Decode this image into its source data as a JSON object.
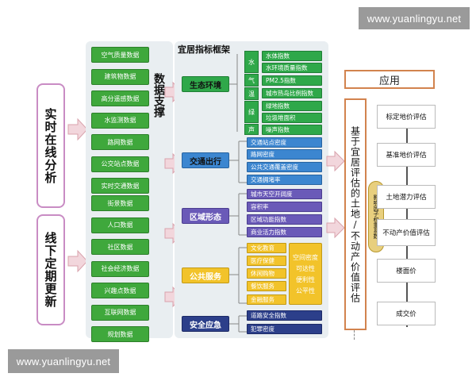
{
  "watermark_top": "www.yuanlingyu.net",
  "watermark_bottom": "www.yuanlingyu.net",
  "left": {
    "realtime": "实时在线分析",
    "offline": "线下定期更新"
  },
  "data_support_title": "数据支撑",
  "data_sources_realtime": [
    "空气质量数据",
    "建筑物数据",
    "高分遥感数据",
    "水监测数据",
    "路网数据",
    "公交站点数据",
    "实时交通数据"
  ],
  "data_sources_offline": [
    "街景数据",
    "人口数据",
    "社区数据",
    "社会经济数据",
    "兴趣点数据",
    "互联网数据",
    "规划数据"
  ],
  "framework_title": "宜居指标框架",
  "categories": {
    "eco": {
      "label": "生态环境",
      "tags": [
        "水",
        "气",
        "温",
        "绿",
        "声"
      ],
      "items": [
        "水体指数",
        "水环境质量指数",
        "PM2.5指数",
        "城市热岛比例指数",
        "绿地指数",
        "垃圾堆面积",
        "噪声指数"
      ]
    },
    "traffic": {
      "label": "交通出行",
      "items": [
        "交通站点密度",
        "路网密度",
        "公共交通覆盖密度",
        "交通拥堵率"
      ]
    },
    "urban": {
      "label": "区域形态",
      "items": [
        "城市天空开阔度",
        "容积率",
        "区域功能指数",
        "商业活力指数"
      ]
    },
    "public": {
      "label": "公共服务",
      "items": [
        "文化教育",
        "医疗保健",
        "休闲购物",
        "餐饮服务",
        "金融服务"
      ],
      "metrics": [
        "空间密度",
        "可达性",
        "便利性",
        "公平性"
      ]
    },
    "safety": {
      "label": "安全应急",
      "items": [
        "道路安全指数",
        "犯罪密度"
      ]
    }
  },
  "evaluation_text": "基于宜居评估的土地/不动产价值评估",
  "influence_text": "影响因子权重系数",
  "application": {
    "title": "应用",
    "items": [
      "标定地价评估",
      "基准地价评估",
      "土地潜力评估",
      "不动产价值评估",
      "楼面价",
      "成交价"
    ]
  },
  "colors": {
    "green": "#2fa84a",
    "blue": "#3c86d0",
    "purple": "#6a5ab8",
    "yellow": "#f2c32a",
    "navy": "#2c3f8a",
    "source_green": "#3fa83c",
    "pink_border": "#c98cc4",
    "orange_border": "#d2834e"
  }
}
